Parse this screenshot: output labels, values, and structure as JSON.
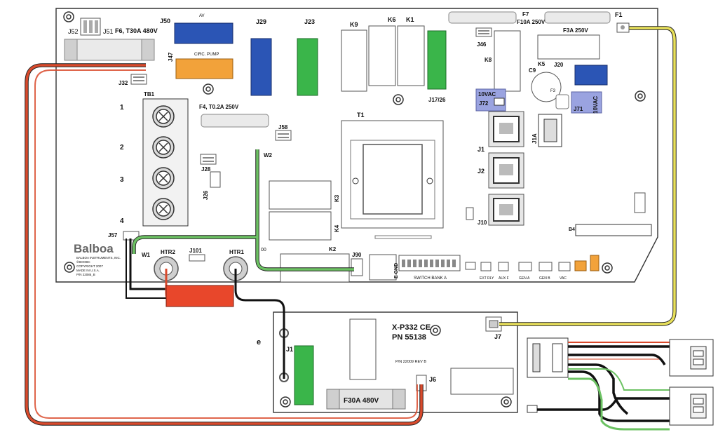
{
  "main_board": {
    "connectors": {
      "j52": "J52",
      "j51": "J51",
      "j51_fuse": "F6, T30A 480V",
      "j50": "J50",
      "av": "AV",
      "j47": "J47",
      "circ_pump": "CIRC. PUMP",
      "j29": "J29",
      "j23": "J23",
      "k9": "K9",
      "k6": "K6",
      "k1": "K1",
      "f7": "F7",
      "f7_rating": "F10A 250V",
      "f3_rating": "F3A 250V",
      "f1": "F1",
      "j46": "J46",
      "k8": "K8",
      "k5": "K5",
      "j20": "J20",
      "c9": "C9",
      "f3": "F3",
      "j32": "J32",
      "tb1": "TB1",
      "j17_26": "J17/26",
      "ten_vac_left": "10VAC",
      "j72": "J72",
      "j71": "J71",
      "ten_vac_right": "10VAC",
      "f4": "F4, T0.2A 250V",
      "t1": "T1",
      "j58": "J58",
      "w2": "W2",
      "j1": "J1",
      "j2": "J2",
      "j10": "J10",
      "j1a": "J1A",
      "j28": "J28",
      "j26": "J26",
      "k3": "K3",
      "k4": "K4",
      "b4": "B4",
      "j57": "J57",
      "w1": "W1",
      "htr2": "HTR2",
      "j101": "J101",
      "htr1": "HTR1",
      "k2": "K2",
      "j90": "J90",
      "e_gnd": "E GND",
      "switch_bank": "SWITCH BANK A",
      "ext_rly": "EXT RLY",
      "aux_f": "AUX F",
      "gen_a": "GEN A",
      "gen_b": "GEN B",
      "vac": "VAC",
      "j00": "00"
    },
    "terminal_numbers": [
      "1",
      "2",
      "3",
      "4"
    ],
    "brand": "Balboa",
    "imprint": [
      "BALBOA INSTRUMENTS, INC.",
      "©BOOBC",
      "COPYRIGHT 2007",
      "MADE IN U.S.A.",
      "P/N 22085_B"
    ]
  },
  "expansion_board": {
    "model": "X-P332 CE",
    "pn": "PN 55138",
    "rev": "P/N 22009 REV B",
    "j7": "J7",
    "j6": "J6",
    "j1": "J1",
    "fuse": "F30A 480V",
    "stray_e": "e"
  },
  "colors": {
    "red_wire": "#d94a2c",
    "yellow_wire": "#e8e05a",
    "green_wire": "#6cc263",
    "black_wire": "#111111",
    "blue_connector": "#2b55b5",
    "green_connector": "#3ab54a",
    "orange_connector": "#f2a23a",
    "heater_relay": "#e8472b",
    "lavender_label": "#9aa3e0"
  }
}
